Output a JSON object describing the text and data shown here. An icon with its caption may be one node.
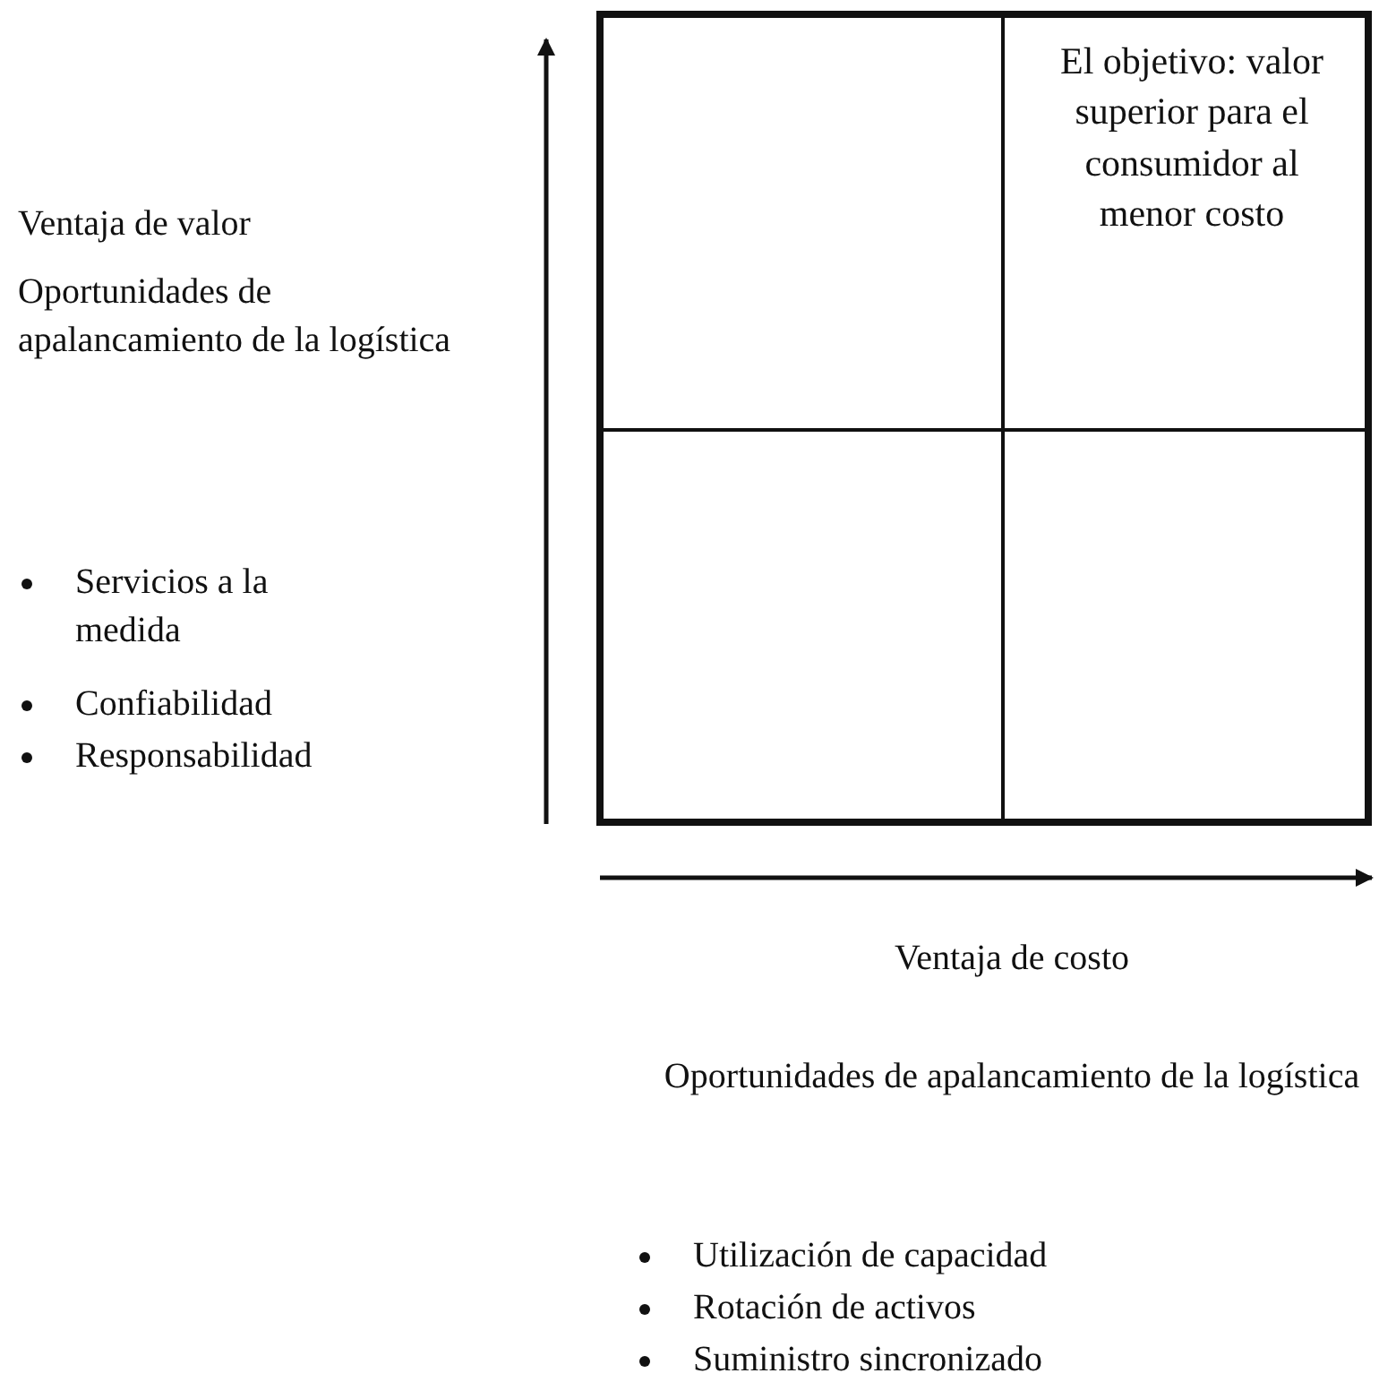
{
  "diagram": {
    "nodes": [
      {
        "text": [],
        "shape": "box"
      },
      {
        "text": [],
        "shape": "box",
        "in": 0
      },
      {
        "text": [
          "El objetivo: valor superior para el consumidor al menor costo"
        ],
        "in": 0
      },
      {
        "text": [],
        "shape": "box",
        "in": 0
      },
      {
        "text": [],
        "shape": "box",
        "in": 0
      }
    ],
    "labels": [
      "Ventaja de valor",
      "Oportunidades de apalancamiento de la logística",
      "Servicios a la medida",
      "Confiabilidad",
      "Responsabilidad",
      "Ventaja de costo",
      "Oportunidades de apalancamiento de la logística",
      "Utilización de capacidad",
      "Rotación de activos",
      "Suministro sincronizado"
    ]
  }
}
